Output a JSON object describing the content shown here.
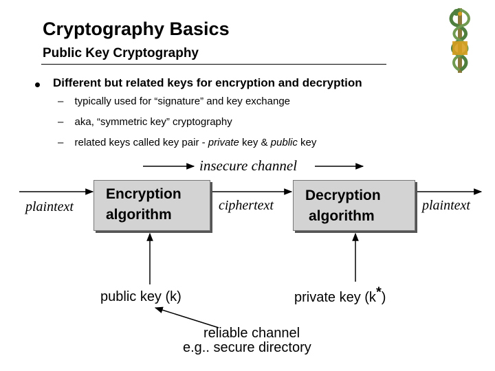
{
  "slide": {
    "title": "Cryptography Basics",
    "subtitle": "Public Key Cryptography"
  },
  "bullet": {
    "main": "Different but related keys for encryption and decryption",
    "subs": [
      {
        "dash": "–",
        "text": "typically used for “signature” and key exchange"
      },
      {
        "dash": "–",
        "text": "aka, “symmetric key” cryptography"
      },
      {
        "dash": "–",
        "pre": "related keys called key pair - ",
        "em1": "private",
        "mid": " key & ",
        "em2": "public",
        "post": " key"
      }
    ]
  },
  "diagram": {
    "insecure_channel": "insecure channel",
    "plaintext_in": "plaintext",
    "encryption": {
      "line1": "Encryption",
      "line2": "algorithm"
    },
    "ciphertext": "ciphertext",
    "decryption": {
      "line1": "Decryption",
      "line2": "algorithm"
    },
    "plaintext_out": "plaintext",
    "public_key": "public key (k)",
    "private_key": "private key (k",
    "private_key_sup": "*",
    "private_key_close": ")",
    "reliable_line1": "reliable channel",
    "reliable_line2": "e.g.. secure directory"
  }
}
